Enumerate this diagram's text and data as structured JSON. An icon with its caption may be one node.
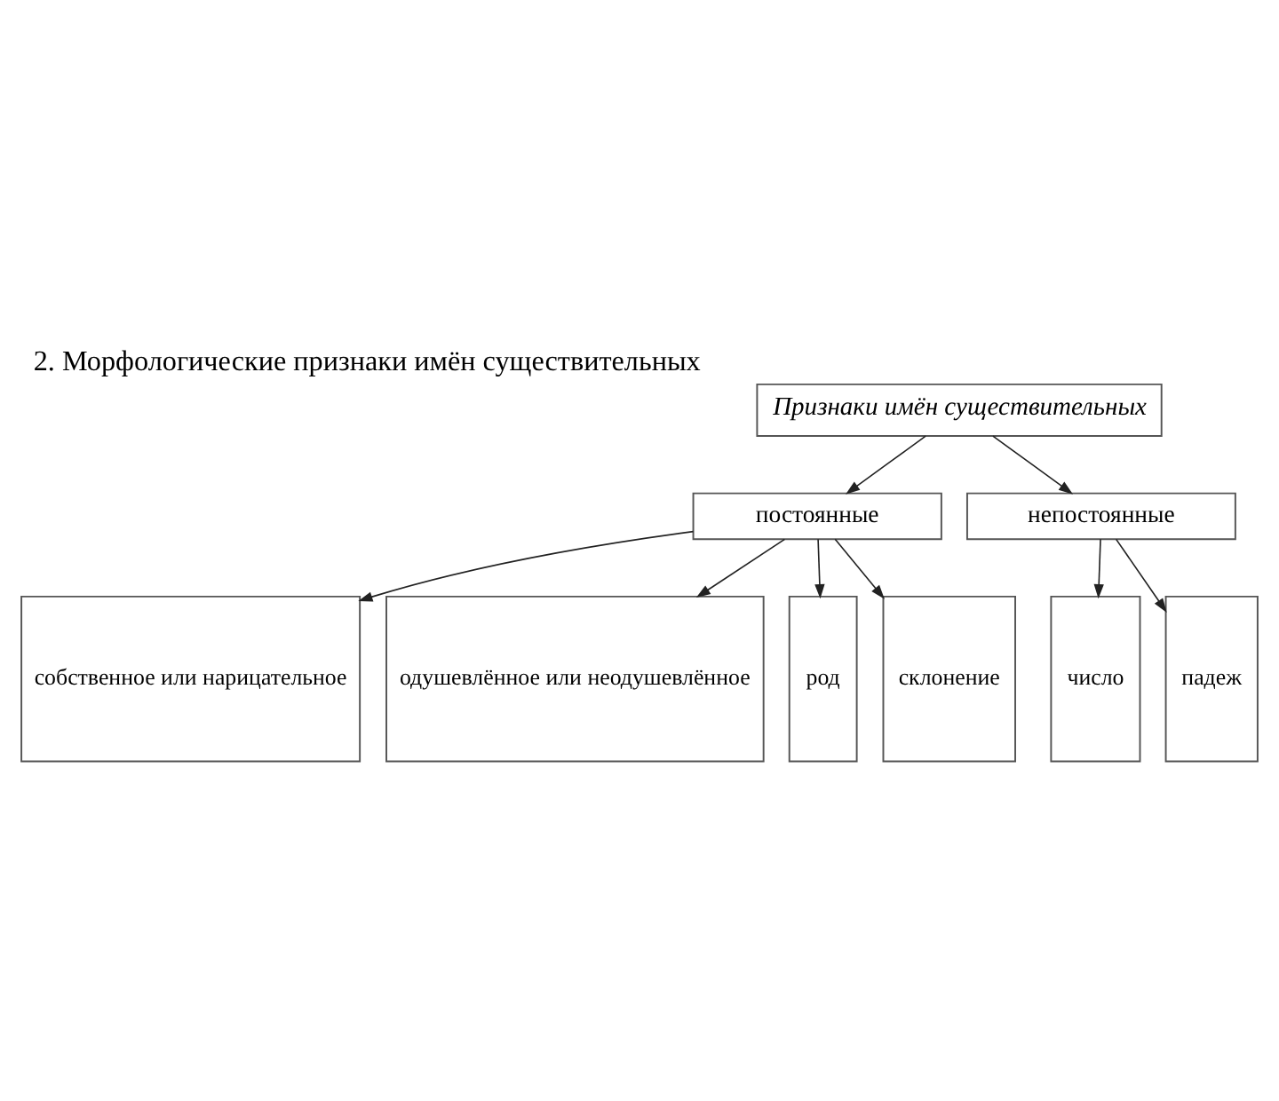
{
  "diagram": {
    "title": "2. Морфологические признаки имён существительных",
    "nodes": [
      {
        "text": [
          "Признаки имён существительных"
        ]
      },
      {
        "text": [
          "постоянные"
        ]
      },
      {
        "text": [
          "непостоянные"
        ]
      },
      {
        "text": [
          "собственное или нарицательное"
        ]
      },
      {
        "text": [
          "одушевлённое или неодушевлённое"
        ]
      },
      {
        "text": [
          "род"
        ]
      },
      {
        "text": [
          "склонение"
        ]
      },
      {
        "text": [
          "число"
        ]
      },
      {
        "text": [
          "падеж"
        ]
      }
    ],
    "edges": [
      {
        "from": 0,
        "to": 1,
        "arrow": "to"
      },
      {
        "from": 0,
        "to": 2,
        "arrow": "to"
      },
      {
        "from": 1,
        "to": 3,
        "arrow": "to"
      },
      {
        "from": 1,
        "to": 4,
        "arrow": "to"
      },
      {
        "from": 1,
        "to": 5,
        "arrow": "to"
      },
      {
        "from": 1,
        "to": 6,
        "arrow": "to"
      },
      {
        "from": 2,
        "to": 7,
        "arrow": "to"
      },
      {
        "from": 2,
        "to": 8,
        "arrow": "to"
      }
    ]
  }
}
